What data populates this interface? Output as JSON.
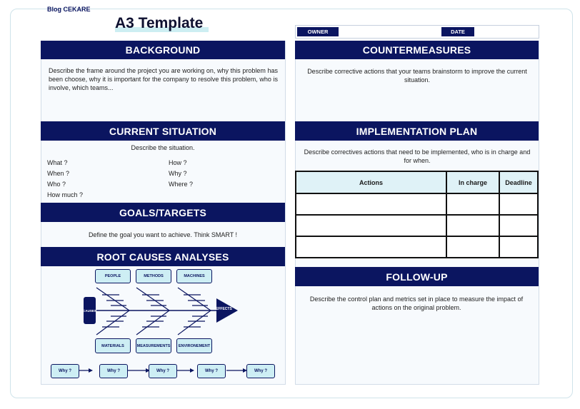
{
  "brand": "Blog CEKARE",
  "title": "A3 Template",
  "meta": {
    "owner_label": "OWNER",
    "owner_value": "",
    "date_label": "DATE",
    "date_value": ""
  },
  "background": {
    "heading": "BACKGROUND",
    "text": "Describe the frame around the project you are working on, why this problem has been choose, why it is important for the company to resolve this problem,  who is involve, which teams..."
  },
  "current_situation": {
    "heading": "CURRENT SITUATION",
    "text": "Describe the situation.",
    "questions_left": [
      "What ?",
      "When ?",
      "Who ?",
      "How much ?"
    ],
    "questions_right": [
      "How ?",
      "Why ?",
      "Where ?"
    ]
  },
  "goals": {
    "heading": "GOALS/TARGETS",
    "text": "Define the goal you want to achieve. Think SMART !"
  },
  "root_causes": {
    "heading": "ROOT CAUSES ANALYSES",
    "head_label": "CAUSES",
    "effect_label": "EFFECTS",
    "top_categories": [
      "PEOPLE",
      "METHODS",
      "MACHINES"
    ],
    "bottom_categories": [
      "MATERIALS",
      "MEASUREMENTS",
      "ENVIRONEMENT"
    ],
    "whys": [
      "Why ?",
      "Why ?",
      "Why ?",
      "Why ?",
      "Why ?"
    ],
    "colors": {
      "navy": "#0b1560",
      "light": "#cdeef4"
    }
  },
  "countermeasures": {
    "heading": "COUNTERMEASURES",
    "text": "Describe corrective actions that your teams brainstorm to improve the current situation."
  },
  "implementation": {
    "heading": "IMPLEMENTATION PLAN",
    "text": "Describe correctives actions that need to be implemented, who is in charge and for when.",
    "columns": [
      "Actions",
      "In charge",
      "Deadline"
    ],
    "rows": [
      [
        "",
        "",
        ""
      ],
      [
        "",
        "",
        ""
      ],
      [
        "",
        "",
        ""
      ]
    ]
  },
  "follow_up": {
    "heading": "FOLLOW-UP",
    "text": "Describe the control plan and metrics set in place to measure the impact of actions on the original problem."
  },
  "colors": {
    "header_bg": "#0b1560",
    "panel_bg": "#f7fafd",
    "accent": "#cdeef2"
  }
}
